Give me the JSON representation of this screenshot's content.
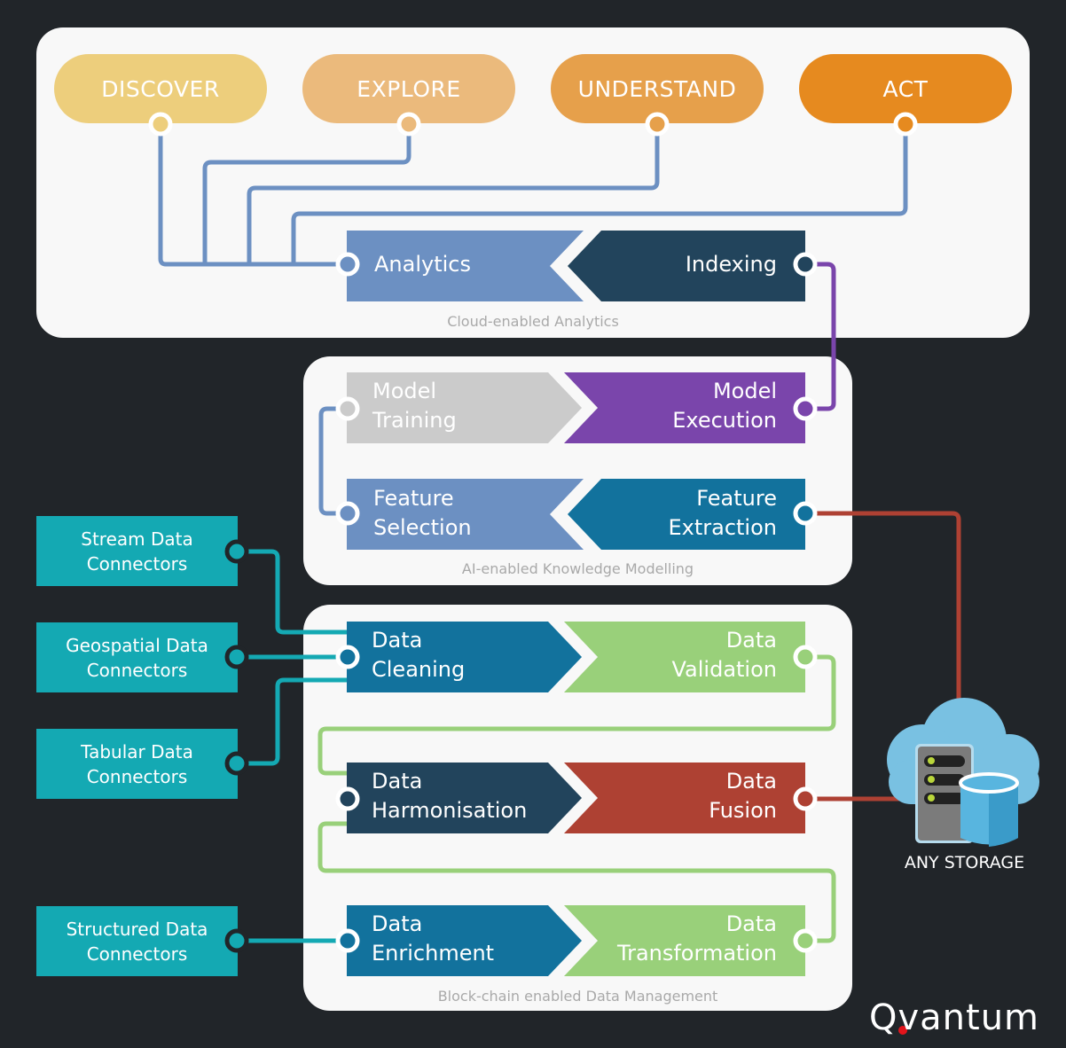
{
  "panels": {
    "cloud_analytics": {
      "caption": "Cloud-enabled Analytics"
    },
    "knowledge_modelling": {
      "caption": "AI-enabled Knowledge Modelling"
    },
    "data_management": {
      "caption": "Block-chain enabled Data Management"
    }
  },
  "goals": [
    {
      "label": "DISCOVER",
      "color": "#edce7c"
    },
    {
      "label": "EXPLORE",
      "color": "#ebba7c"
    },
    {
      "label": "UNDERSTAND",
      "color": "#e6a04b"
    },
    {
      "label": "ACT",
      "color": "#e68a1f"
    }
  ],
  "stages": {
    "analytics": {
      "lines": [
        "Analytics"
      ],
      "color": "#6c90c2"
    },
    "indexing": {
      "lines": [
        "Indexing"
      ],
      "color": "#22445c"
    },
    "model_training": {
      "lines": [
        "Model",
        "Training"
      ],
      "color": "#cbcbcb"
    },
    "model_execution": {
      "lines": [
        "Model",
        "Execution"
      ],
      "color": "#7a45ab"
    },
    "feature_selection": {
      "lines": [
        "Feature",
        "Selection"
      ],
      "color": "#6c90c2"
    },
    "feature_extraction": {
      "lines": [
        "Feature",
        "Extraction"
      ],
      "color": "#12729d"
    },
    "data_cleaning": {
      "lines": [
        "Data",
        "Cleaning"
      ],
      "color": "#12729d"
    },
    "data_validation": {
      "lines": [
        "Data",
        "Validation"
      ],
      "color": "#99d07a"
    },
    "data_harmonisation": {
      "lines": [
        "Data",
        "Harmonisation"
      ],
      "color": "#22445c"
    },
    "data_fusion": {
      "lines": [
        "Data",
        "Fusion"
      ],
      "color": "#ae4133"
    },
    "data_enrichment": {
      "lines": [
        "Data",
        "Enrichment"
      ],
      "color": "#12729d"
    },
    "data_transformation": {
      "lines": [
        "Data",
        "Transformation"
      ],
      "color": "#99d07a"
    }
  },
  "connectors": [
    {
      "lines": [
        "Stream Data",
        "Connectors"
      ]
    },
    {
      "lines": [
        "Geospatial Data",
        "Connectors"
      ]
    },
    {
      "lines": [
        "Tabular Data",
        "Connectors"
      ]
    },
    {
      "lines": [
        "Structured Data",
        "Connectors"
      ]
    }
  ],
  "storage": {
    "label": "ANY STORAGE"
  },
  "logo": {
    "text_prefix": "Q",
    "text_rest": "vantum",
    "accent": "#e3141b"
  },
  "wire_colors": {
    "analytics": "#6c90c2",
    "model": "#7a45ab",
    "storage": "#ae4133",
    "connectors": "#14a9b3",
    "data": "#99d07a"
  }
}
